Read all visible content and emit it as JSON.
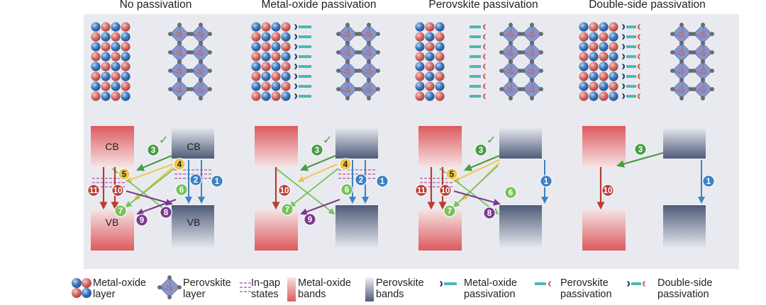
{
  "panels": [
    {
      "title": "No passivation"
    },
    {
      "title": "Metal-oxide passivation"
    },
    {
      "title": "Perovskite passivation"
    },
    {
      "title": "Double-side passivation"
    }
  ],
  "band_labels": {
    "cb": "CB",
    "vb": "VB"
  },
  "check_mark": "✓",
  "process_numbers": [
    "1",
    "2",
    "3",
    "4",
    "5",
    "6",
    "7",
    "8",
    "9",
    "10",
    "11"
  ],
  "legend": [
    {
      "line1": "Metal-oxide",
      "line2": "layer"
    },
    {
      "line1": "Perovskite",
      "line2": "layer"
    },
    {
      "line1": "In-gap",
      "line2": "states"
    },
    {
      "line1": "Metal-oxide",
      "line2": "bands"
    },
    {
      "line1": "Perovskite",
      "line2": "bands"
    },
    {
      "line1": "Metal-oxide",
      "line2": "passivation"
    },
    {
      "line1": "Perovskite",
      "line2": "passivation"
    },
    {
      "line1": "Double-side",
      "line2": "passivation"
    }
  ],
  "colors": {
    "panel_bg": "#e9eaef",
    "metal_oxide_band": "#dd5a5e",
    "perovskite_band": "#4f5b78",
    "atom_blue": "#3f79bd",
    "atom_red": "#d56d6a",
    "octahedron": "#7c8cc6",
    "passivation_teal": "#4cb9b4",
    "passivation_navy": "#20366d",
    "passivation_red": "#d8574e",
    "in_gap": "#b56db3",
    "c_green_dark": "#4a9d45",
    "c_green": "#76c25b",
    "c_yellow": "#ebc548",
    "c_blue": "#3e82c4",
    "c_purple": "#7b3b8c",
    "c_red": "#b83d33"
  }
}
